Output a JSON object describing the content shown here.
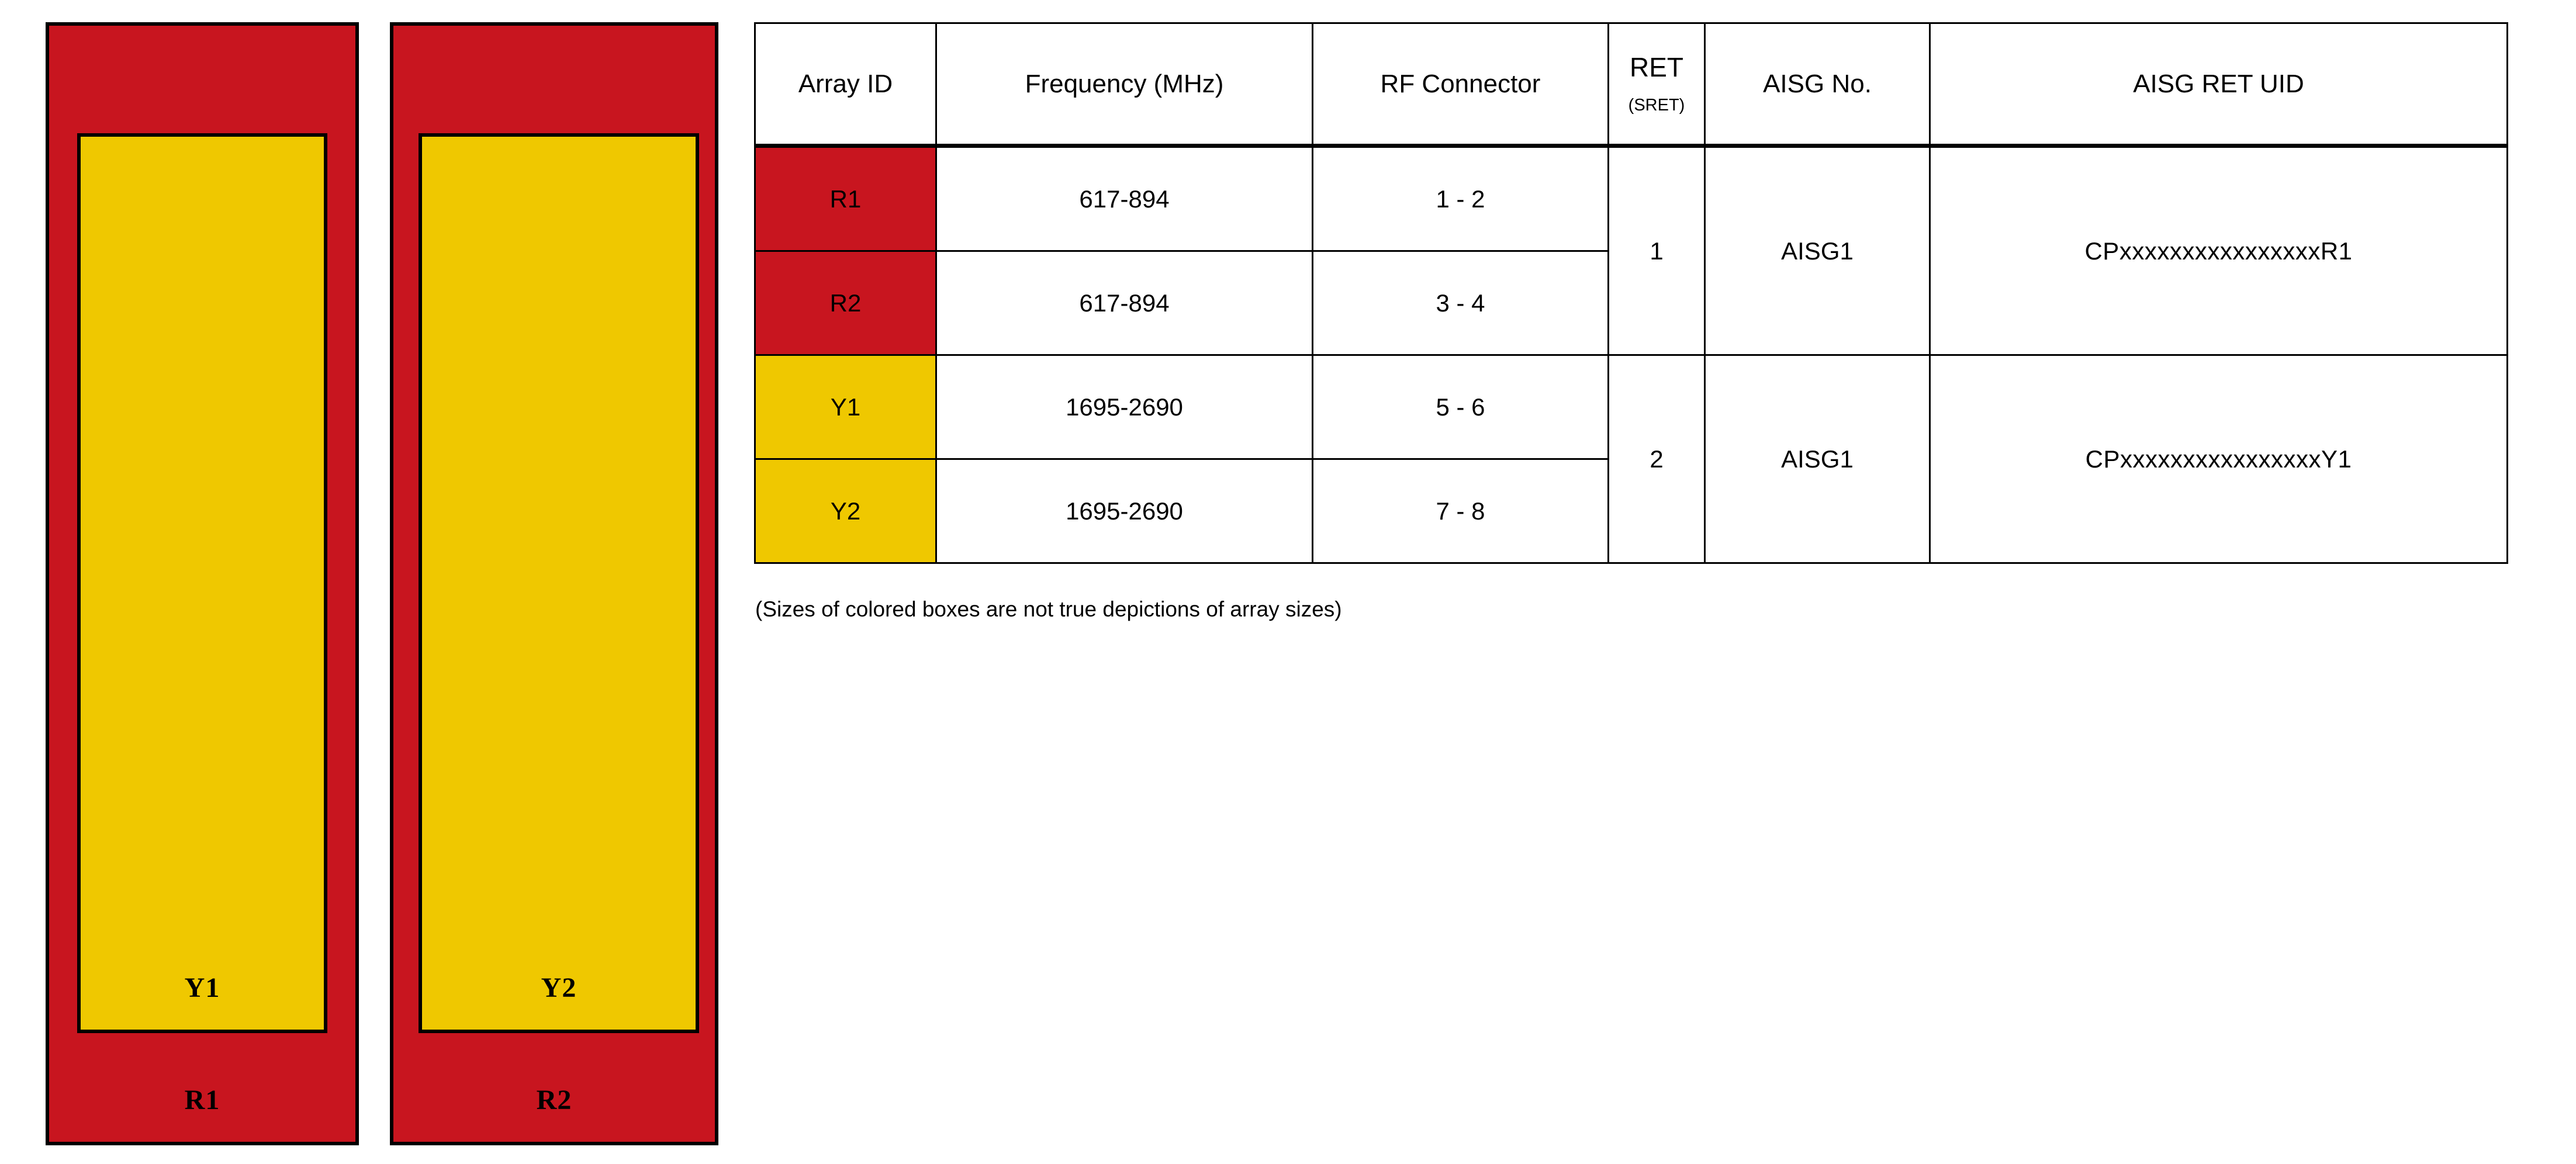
{
  "diagram": {
    "panels": [
      {
        "outer_label": "R1",
        "inner_label": "Y1",
        "outer_color": "#C8151F",
        "inner_color": "#EFC800"
      },
      {
        "outer_label": "R2",
        "inner_label": "Y2",
        "outer_color": "#C8151F",
        "inner_color": "#EFC800"
      }
    ]
  },
  "table": {
    "headers": {
      "array_id": "Array ID",
      "frequency": "Frequency (MHz)",
      "rf_connector": "RF Connector",
      "ret_main": "RET",
      "ret_sub": "(SRET)",
      "aisg_no": "AISG No.",
      "aisg_ret_uid": "AISG RET UID"
    },
    "groups": [
      {
        "ret": "1",
        "aisg_no": "AISG1",
        "aisg_ret_uid": "CPxxxxxxxxxxxxxxxxR1",
        "rows": [
          {
            "array_id": "R1",
            "frequency": "617-894",
            "rf_connector": "1 - 2",
            "color": "#C8151F"
          },
          {
            "array_id": "R2",
            "frequency": "617-894",
            "rf_connector": "3 - 4",
            "color": "#C8151F"
          }
        ]
      },
      {
        "ret": "2",
        "aisg_no": "AISG1",
        "aisg_ret_uid": "CPxxxxxxxxxxxxxxxxY1",
        "rows": [
          {
            "array_id": "Y1",
            "frequency": "1695-2690",
            "rf_connector": "5 - 6",
            "color": "#EFC800"
          },
          {
            "array_id": "Y2",
            "frequency": "1695-2690",
            "rf_connector": "7 - 8",
            "color": "#EFC800"
          }
        ]
      }
    ]
  },
  "caption": "(Sizes of colored boxes are not true depictions of array sizes)"
}
